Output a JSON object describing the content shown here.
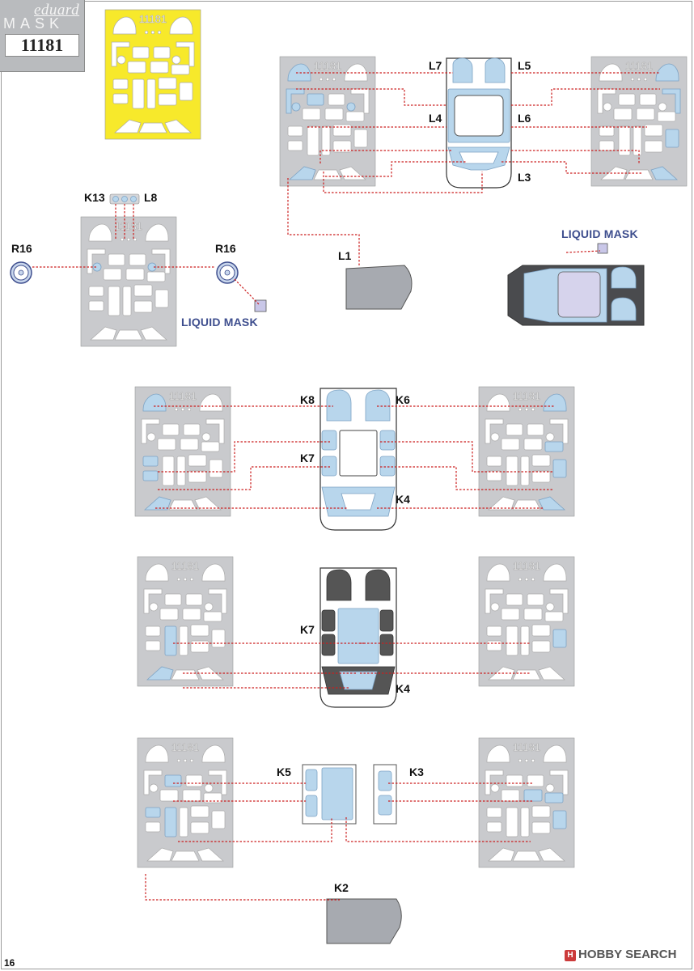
{
  "logo": {
    "brand": "eduard",
    "product_line": "MASK",
    "kit_number": "11181"
  },
  "sheet_number": "11181",
  "page_number": "16",
  "watermark": "HOBBY SEARCH",
  "liquid_mask": "LIQUID MASK",
  "labels": {
    "L7": "L7",
    "L5": "L5",
    "L4": "L4",
    "L6": "L6",
    "L3": "L3",
    "L1": "L1",
    "L8": "L8",
    "K13": "K13",
    "R16": "R16",
    "K8": "K8",
    "K6": "K6",
    "K7": "K7",
    "K4": "K4",
    "K5": "K5",
    "K3": "K3",
    "K2": "K2"
  },
  "colors": {
    "mask_sheet_yellow": "#f7e92b",
    "mask_sheet_grey": "#c9cacd",
    "mask_highlight_blue": "#b8d6ec",
    "leader_red": "#cc1f1f",
    "liquid_mask_text": "#3e4e8e",
    "logo_grey": "#b9bbbe"
  }
}
